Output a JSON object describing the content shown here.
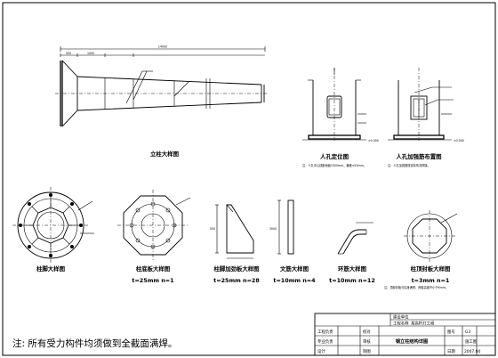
{
  "views": {
    "column_elevation": {
      "title": "立柱大样图",
      "dimensions": [
        "14000",
        "500",
        "1000"
      ]
    },
    "manhole_location": {
      "title": "人孔定位图",
      "note": "注：人孔中心线距地面1500mm，偏差±50mm。",
      "elevation": "±0.000"
    },
    "manhole_reinforcement": {
      "title": "人孔加强筋布置图",
      "note": "注：人孔加强筋按实际情况焊接。",
      "elevation": "±0.000"
    },
    "base_ring": {
      "title": "柱脚大样图",
      "params": ""
    },
    "base_plate": {
      "title": "柱底板大样图",
      "params": "t=25mm n=1"
    },
    "stiffener": {
      "title": "柱脚加劲板大样图",
      "params": "t=25mm n=28",
      "dimension": "500"
    },
    "door_stiffener": {
      "title": "文筋大样图",
      "params": "t=10mm n=4",
      "dimension": "3000"
    },
    "ring_stiffener": {
      "title": "环筋大样图",
      "params": "t=10mm n=12"
    },
    "top_cap": {
      "title": "柱顶封板大样图",
      "params": "t=3mm n=1",
      "note": "注：顶部封板与柱身满焊，焊缝高度不小于6mm。"
    }
  },
  "general_note": "注:   所有受力构件均须做到全截面满焊。",
  "title_block": {
    "project_unit_label": "建设单位",
    "project_name_label": "工程名称",
    "project_name_value": "某高杆灯工程",
    "labels": {
      "engineering_lead": "工程负责",
      "specialty_lead": "专业负责",
      "checker": "校对",
      "designer": "设计",
      "reviewer": "审核",
      "drawer": "制图",
      "drawing_no": "图号",
      "date": "日期"
    },
    "drawing_title": "钢立柱结构详图",
    "drawing_no_value": "G3",
    "stage": "施工图",
    "date_value": "2007.04"
  }
}
